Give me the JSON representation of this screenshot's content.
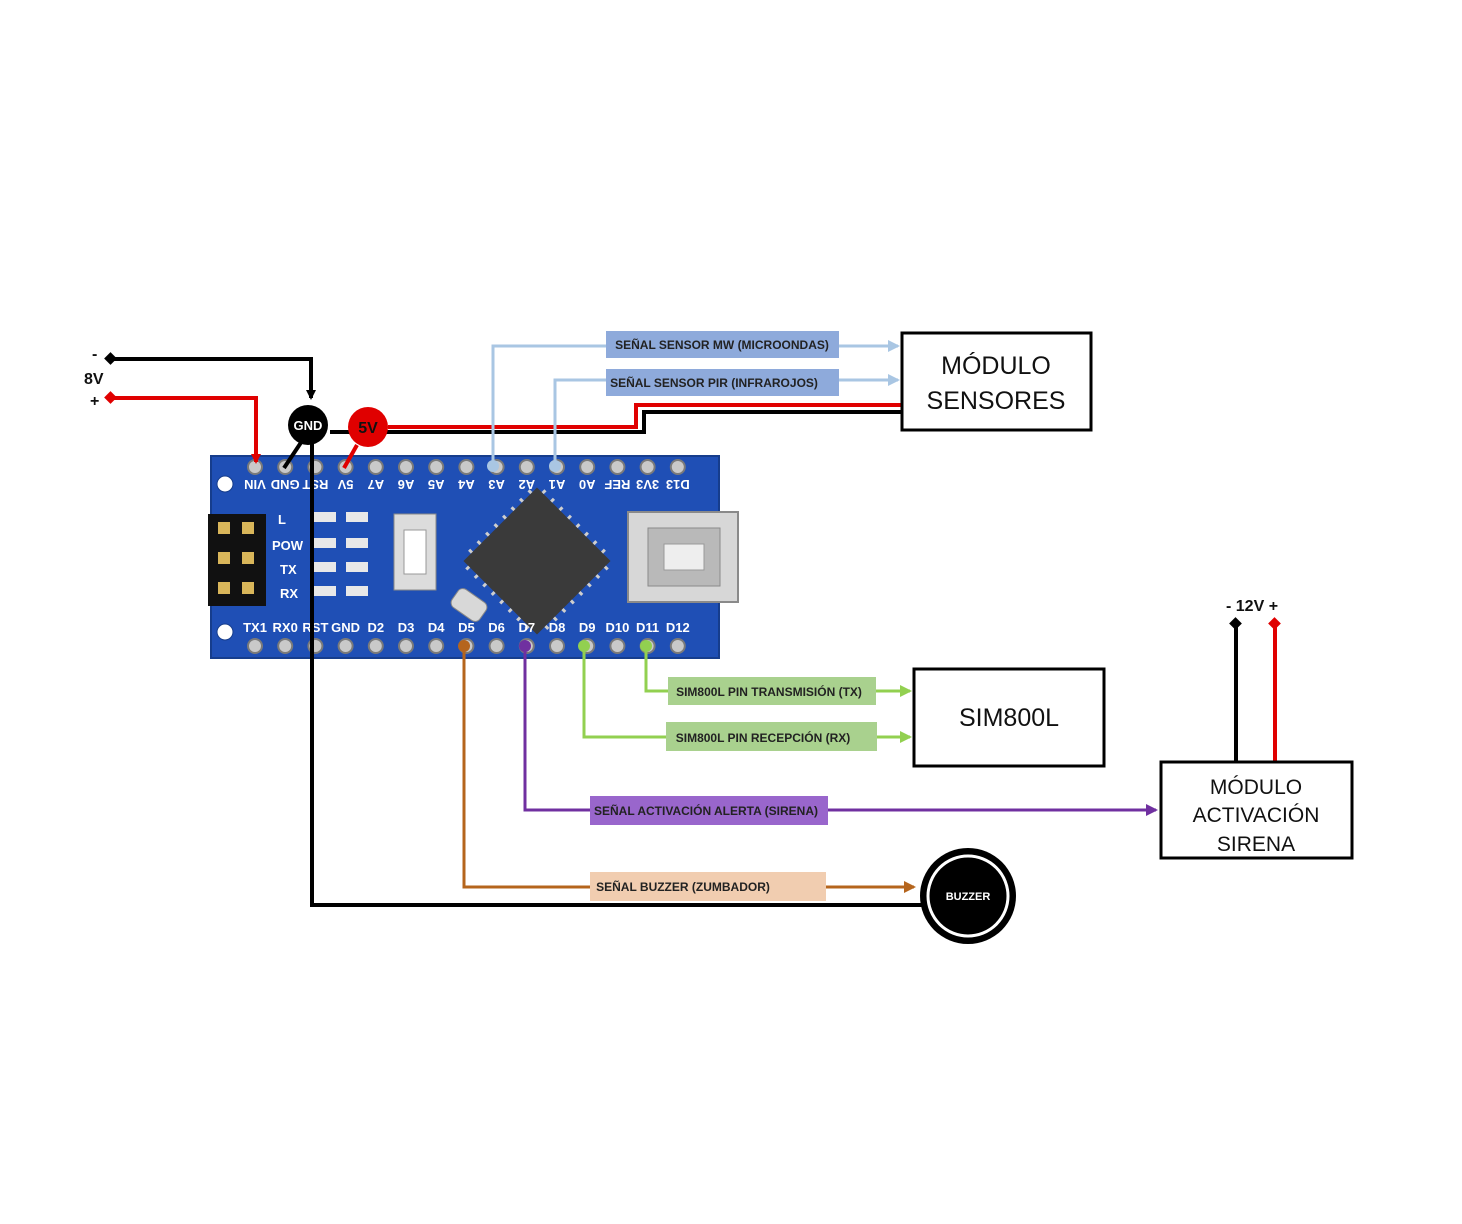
{
  "power": {
    "supply_minus": "-",
    "supply_voltage": "8V",
    "supply_plus": "+",
    "gnd_label": "GND",
    "v5_label": "5V",
    "siren_supply": "- 12V +"
  },
  "board": {
    "top_pins": [
      "VIN",
      "GND",
      "RST",
      "5V",
      "A7",
      "A6",
      "A5",
      "A4",
      "A3",
      "A2",
      "A1",
      "A0",
      "REF",
      "3V3",
      "D13"
    ],
    "bottom_pins": [
      "TX1",
      "RX0",
      "RST",
      "GND",
      "D2",
      "D3",
      "D4",
      "D5",
      "D6",
      "D7",
      "D8",
      "D9",
      "D10",
      "D11",
      "D12"
    ],
    "led_labels": [
      "L",
      "POW",
      "TX",
      "RX"
    ]
  },
  "signals": {
    "mw": "SEÑAL SENSOR MW (MICROONDAS)",
    "pir": "SEÑAL SENSOR PIR (INFRAROJOS)",
    "tx": "SIM800L PIN TRANSMISIÓN (TX)",
    "rx": "SIM800L PIN RECEPCIÓN (RX)",
    "alert": "SEÑAL ACTIVACIÓN ALERTA (SIRENA)",
    "buzzer": "SEÑAL BUZZER (ZUMBADOR)"
  },
  "modules": {
    "sensors_line1": "MÓDULO",
    "sensors_line2": "SENSORES",
    "sim": "SIM800L",
    "siren_line1": "MÓDULO",
    "siren_line2": "ACTIVACIÓN",
    "siren_line3": "SIRENA",
    "buzzer": "BUZZER"
  },
  "colors": {
    "board": "#1f4fb5",
    "mw_wire": "#a9c6e3",
    "mw_label_bg": "#8eaadb",
    "sim_wire": "#92d050",
    "sim_label_bg": "#a9d18e",
    "alert_wire": "#7030a0",
    "alert_label_bg": "#9966cc",
    "buzzer_wire": "#b5651d",
    "buzzer_label_bg": "#f1cdb0",
    "power_red": "#e00000"
  }
}
